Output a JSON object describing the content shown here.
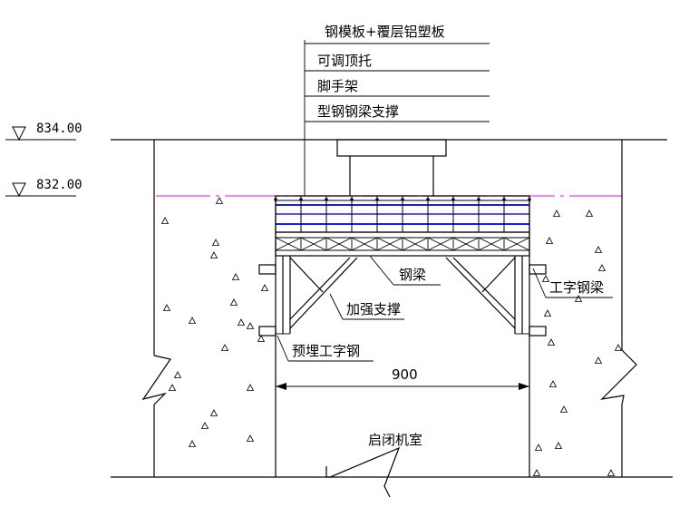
{
  "elevations": {
    "top": "834.00",
    "lower": "832.00"
  },
  "leader_labels": {
    "formwork": "钢模板+覆层铝塑板",
    "adjustable_support": "可调顶托",
    "scaffold": "脚手架",
    "steel_beam_support": "型钢钢梁支撑"
  },
  "callouts": {
    "steel_beam": "钢梁",
    "i_beam": "工字钢梁",
    "bracing": "加强支撑",
    "embedded_i_steel": "预埋工字钢"
  },
  "dimension": "900",
  "room": "启闭机室",
  "colors": {
    "line": "#000000",
    "formwork_blue": "#1a1aff",
    "level_line_magenta": "#ff33ff"
  }
}
